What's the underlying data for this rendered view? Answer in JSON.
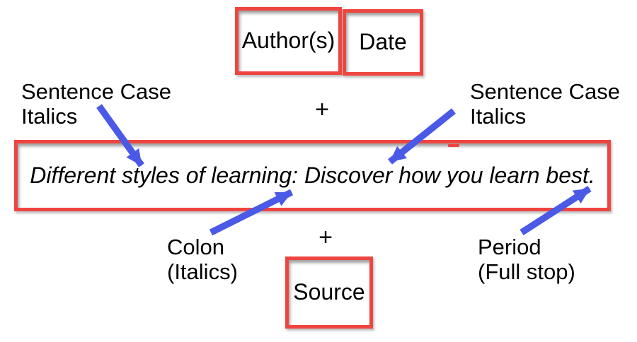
{
  "colors": {
    "box_border_red": "#ef4540",
    "arrow_blue": "#4a5ae6",
    "text": "#000000",
    "background": "#ffffff"
  },
  "top_row": {
    "author_label": "Author(s)",
    "date_label": "Date"
  },
  "operators": {
    "plus_top": "+",
    "plus_bottom": "+"
  },
  "title_box": {
    "text": "Different styles of learning: Discover how you learn best."
  },
  "source_box": {
    "label": "Source"
  },
  "annotations": {
    "left_title_style": {
      "line1": "Sentence Case",
      "line2": "Italics"
    },
    "right_title_style": {
      "line1": "Sentence Case",
      "line2": "Italics"
    },
    "colon_note": {
      "line1": "Colon",
      "line2": "(Italics)"
    },
    "period_note": {
      "line1": "Period",
      "line2": "(Full stop)"
    }
  }
}
